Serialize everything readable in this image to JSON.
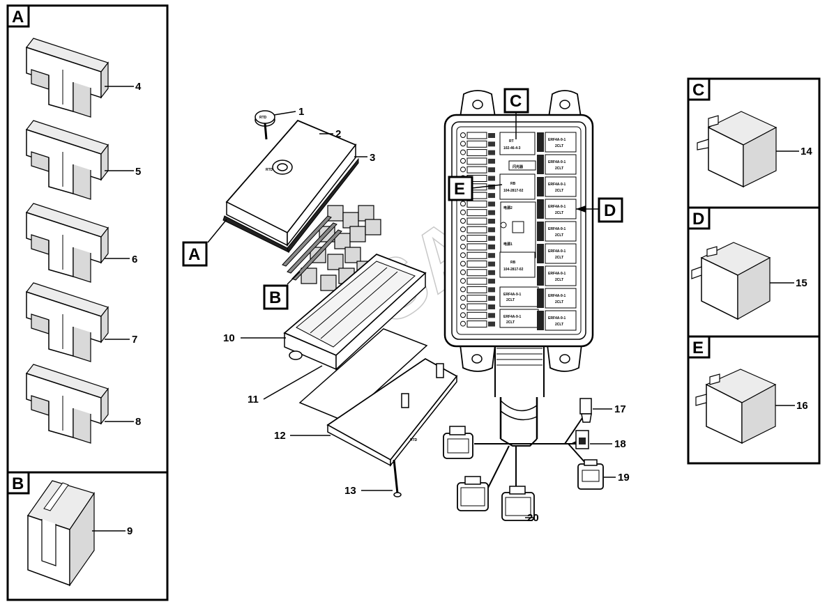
{
  "callouts": {
    "n1": "1",
    "n2": "2",
    "n3": "3",
    "n4": "4",
    "n5": "5",
    "n6": "6",
    "n7": "7",
    "n8": "8",
    "n9": "9",
    "n10": "10",
    "n11": "11",
    "n12": "12",
    "n13": "13",
    "n14": "14",
    "n15": "15",
    "n16": "16",
    "n17": "17",
    "n18": "18",
    "n19": "19",
    "n20": "20"
  },
  "boxes": {
    "a": "A",
    "b": "B",
    "c": "C",
    "d": "D",
    "e": "E"
  },
  "cover_stamp": "RTD",
  "base_stamp": "RTD",
  "watermark": "SANY",
  "fuse_box_panel": {
    "relay_label_1": "RT 102-46-4-3",
    "relay_label_2": "ERF4A-9-1 2CLT",
    "flasher": "闪光器",
    "fuse_1": "电源2",
    "fuse_2": "电源1"
  }
}
